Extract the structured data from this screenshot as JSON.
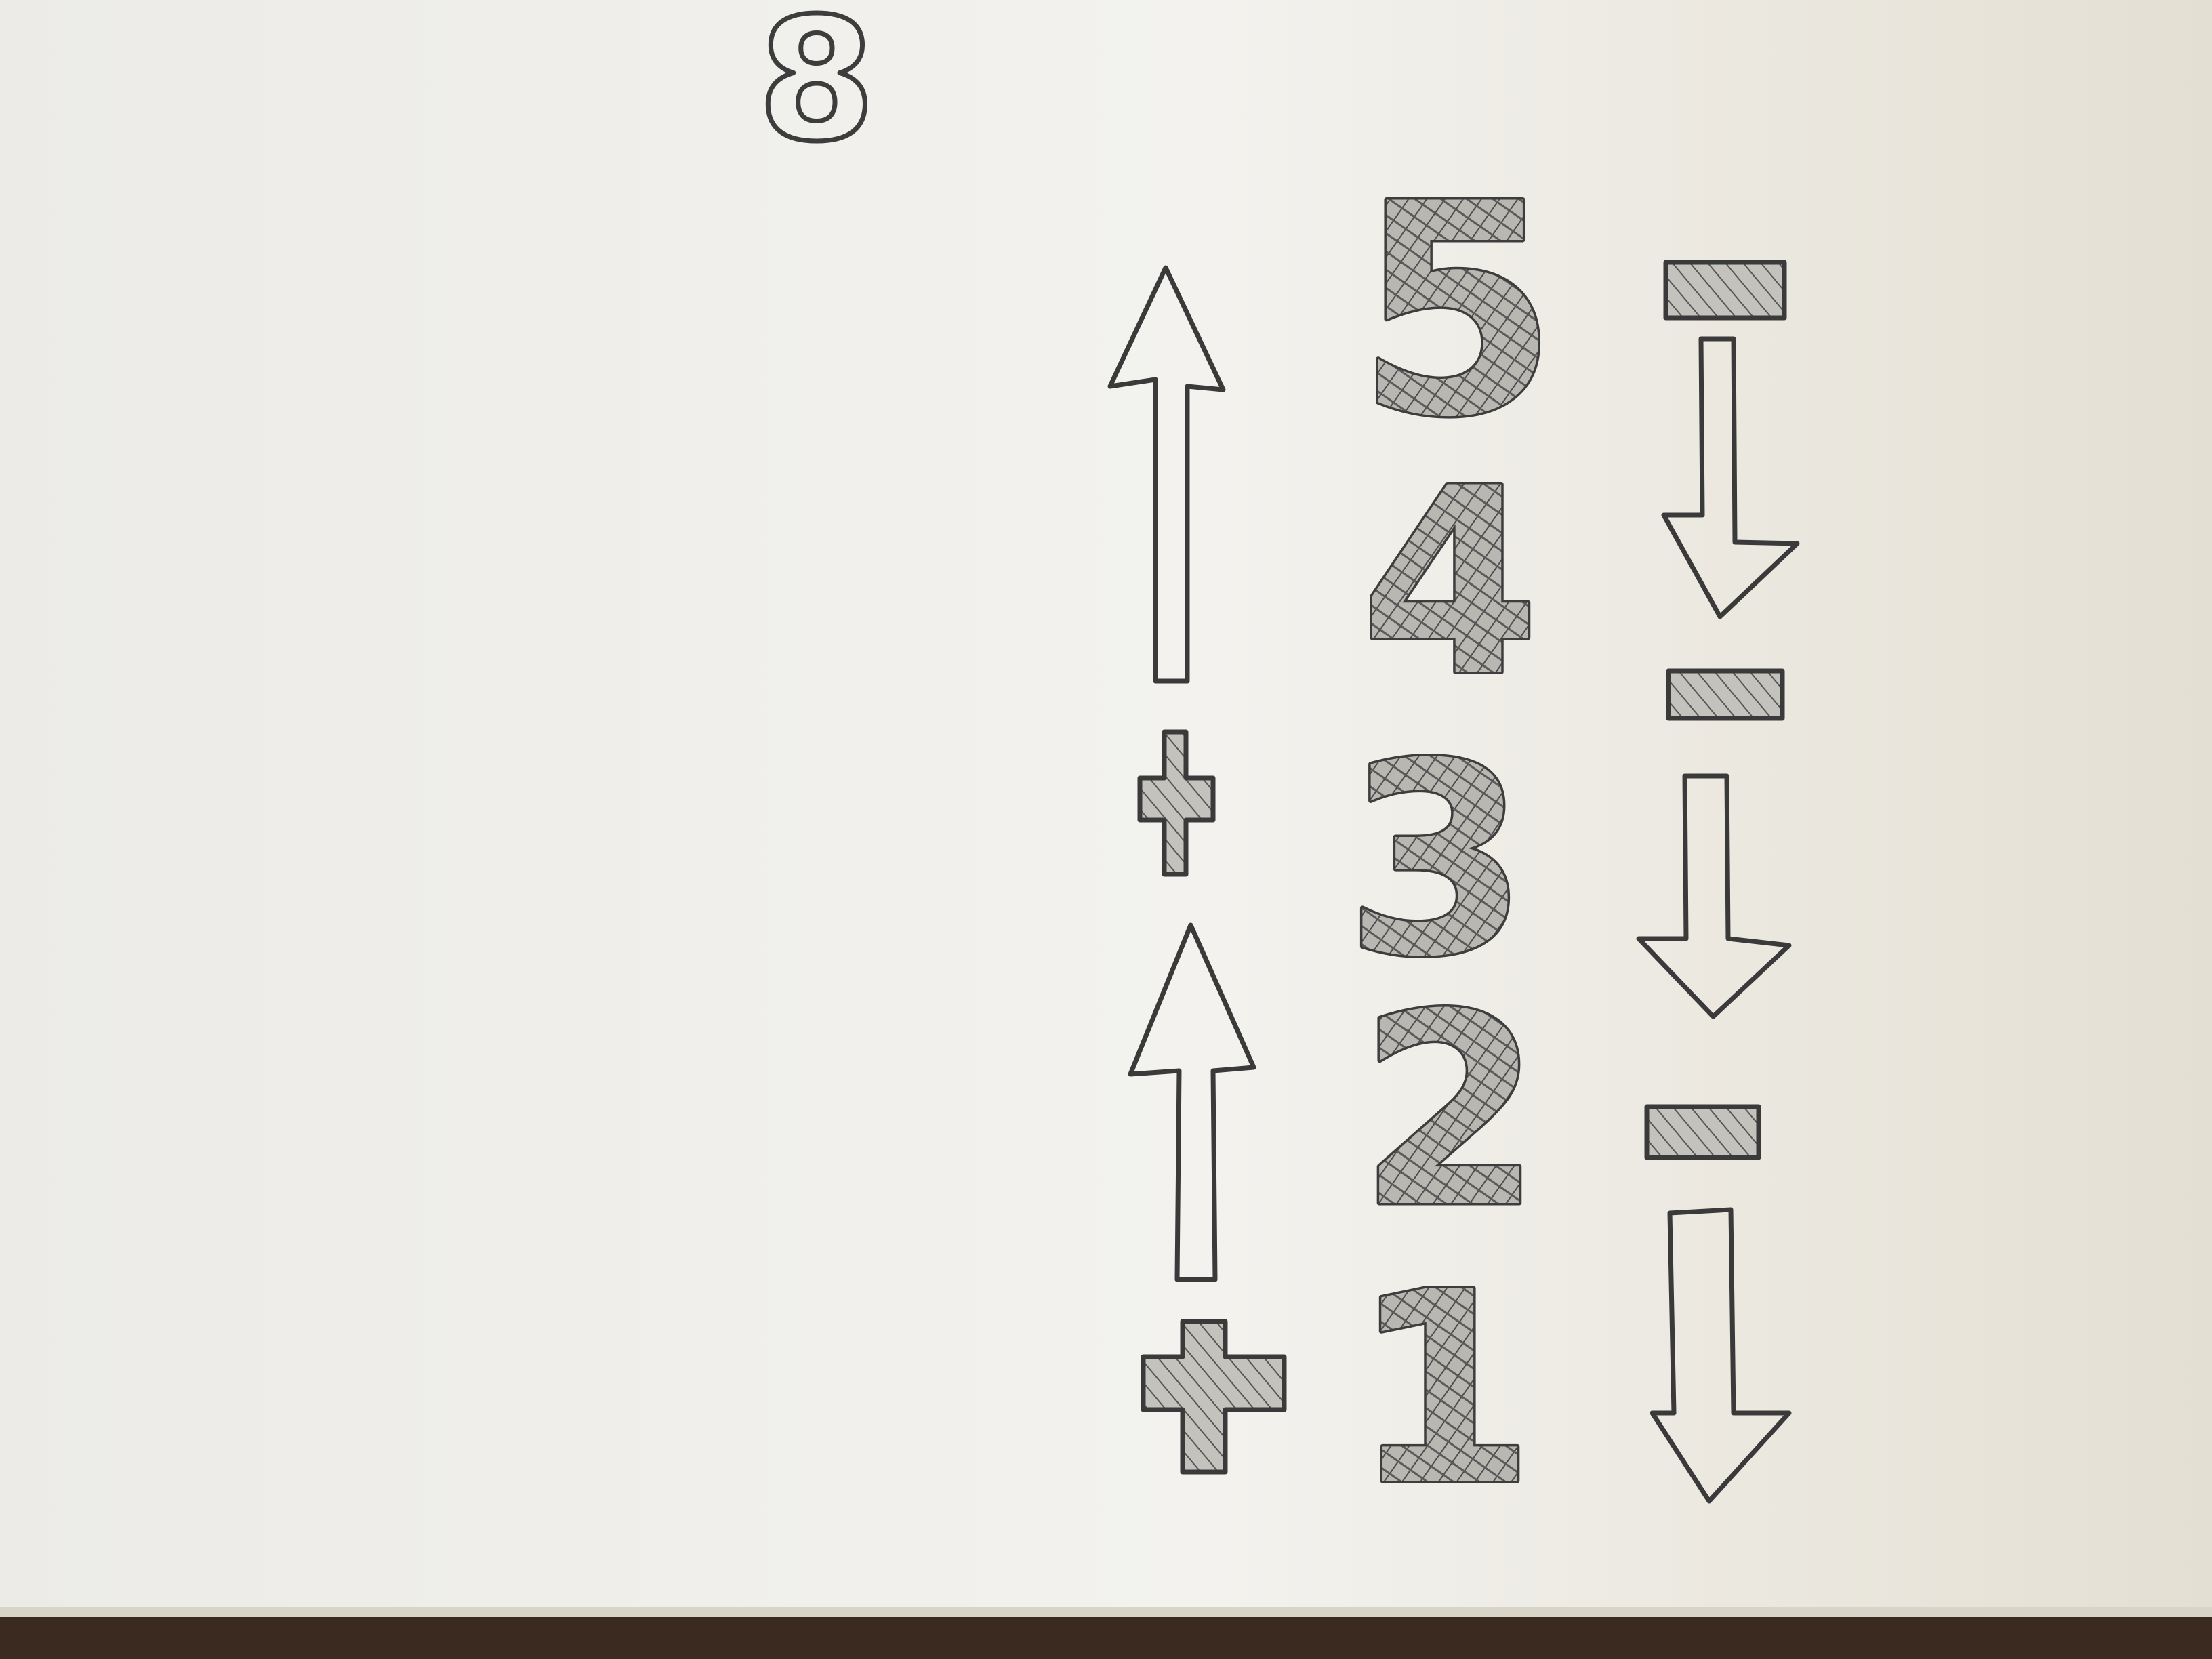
{
  "scene": {
    "paper_color": "#f1efea",
    "paper_shadow_color": "#e2ded4",
    "table_color": "#3b2a1f",
    "pencil_color": "#3a3a3a"
  },
  "drawing": {
    "top_number": "8",
    "numbers": [
      "5",
      "4",
      "3",
      "2",
      "1"
    ],
    "plus_signs": [
      "+",
      "+"
    ],
    "minus_signs": [
      "-",
      "-",
      "-"
    ],
    "up_arrow_icons": [
      "up-arrow-icon",
      "up-arrow-icon"
    ],
    "down_arrow_icons": [
      "down-arrow-icon",
      "down-arrow-icon",
      "down-arrow-icon"
    ]
  }
}
